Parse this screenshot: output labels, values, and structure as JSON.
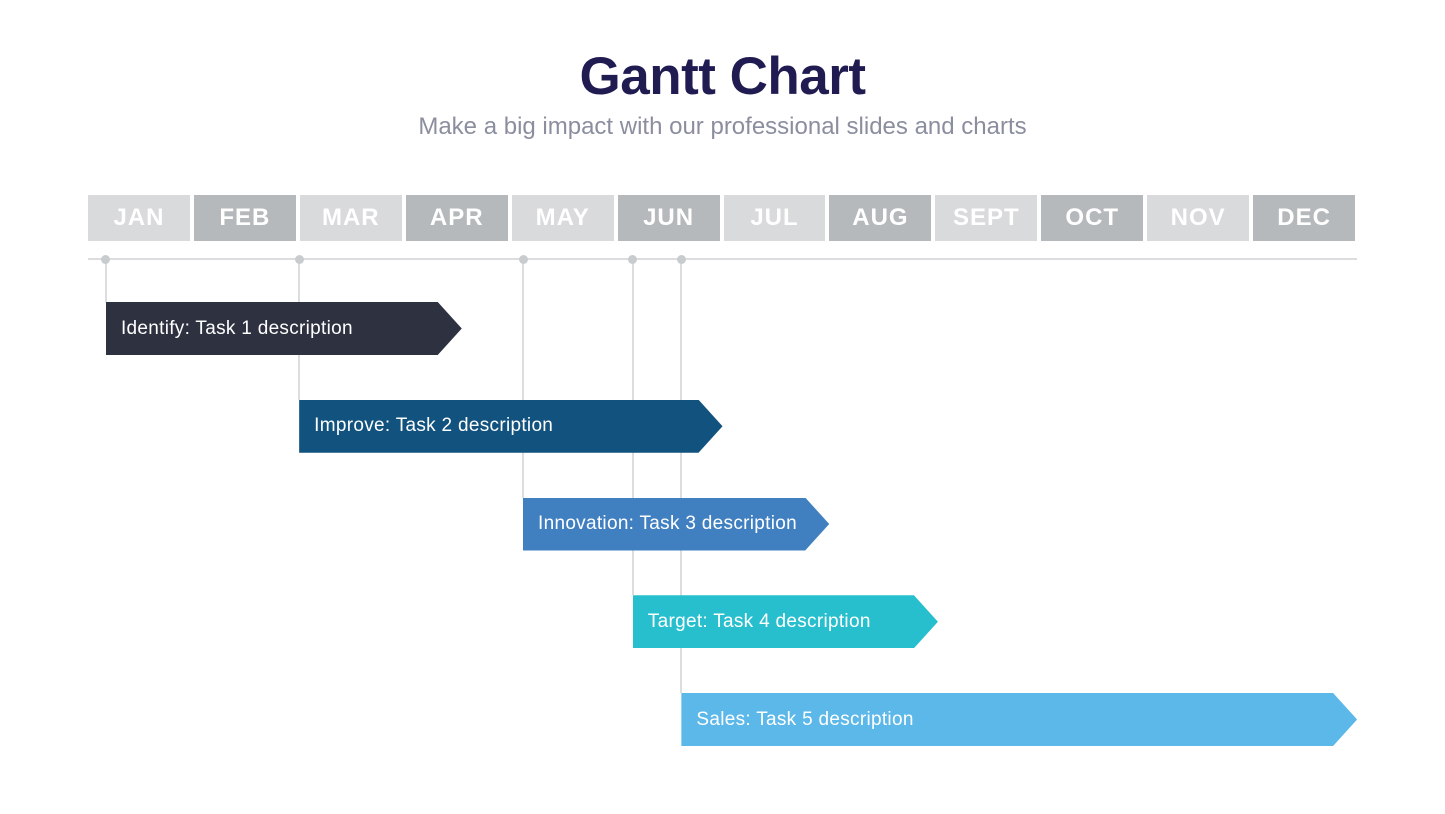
{
  "header": {
    "title": "Gantt Chart",
    "subtitle": "Make a big impact with our professional slides and charts"
  },
  "months": [
    "JAN",
    "FEB",
    "MAR",
    "APR",
    "MAY",
    "JUN",
    "JUL",
    "AUG",
    "SEPT",
    "OCT",
    "NOV",
    "DEC"
  ],
  "colors": {
    "title": "#201c52",
    "subtitle": "#8b8e9e",
    "month_cell_light": "#d8dadb",
    "month_cell_dark": "#b6b9bc",
    "month_text": "#ffffff",
    "axis_line": "#dcdddf",
    "guide_dot": "#c9ccce",
    "bar_text": "#ffffff"
  },
  "chart_data": {
    "type": "bar",
    "subtype": "gantt",
    "title": "Gantt Chart",
    "x_axis": {
      "unit": "months",
      "categories": [
        "JAN",
        "FEB",
        "MAR",
        "APR",
        "MAY",
        "JUN",
        "JUL",
        "AUG",
        "SEPT",
        "OCT",
        "NOV",
        "DEC"
      ],
      "range": [
        0,
        12
      ]
    },
    "legend": "none",
    "grid": "vertical-guides-at-task-starts",
    "tasks": [
      {
        "name": "Identify",
        "label": "Identify: Task 1 description",
        "start_month": 0.17,
        "end_month": 3.54,
        "color": "#2e3140"
      },
      {
        "name": "Improve",
        "label": "Improve: Task 2 description",
        "start_month": 2.0,
        "end_month": 6.01,
        "color": "#12527e"
      },
      {
        "name": "Innovation",
        "label": "Innovation: Task 3 description",
        "start_month": 4.12,
        "end_month": 7.02,
        "color": "#4080c1"
      },
      {
        "name": "Target",
        "label": "Target: Task 4 description",
        "start_month": 5.16,
        "end_month": 8.05,
        "color": "#27bfce"
      },
      {
        "name": "Sales",
        "label": "Sales: Task 5 description",
        "start_month": 5.62,
        "end_month": 12.02,
        "color": "#5cb8e8"
      }
    ]
  }
}
